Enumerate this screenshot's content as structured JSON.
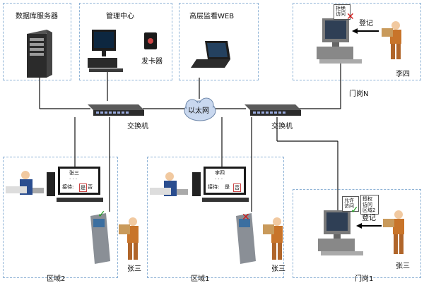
{
  "nodes": {
    "db_server": "数据库服务器",
    "mgmt_center": "管理中心",
    "card_issuer": "发卡器",
    "web_monitor": "高层监看WEB",
    "ethernet": "以太网",
    "switch_left": "交换机",
    "switch_right": "交换机"
  },
  "gate_n": {
    "label": "门岗N",
    "register": "登记",
    "person": "李四",
    "note_line1": "拒绝",
    "note_line2": "访问"
  },
  "gate_1": {
    "label": "门岗1",
    "register": "登记",
    "person": "张三",
    "note_line1": "允许",
    "note_line2": "访问",
    "auth_line1": "授权",
    "auth_line2": "访问",
    "auth_line3": "区域2"
  },
  "area2": {
    "label": "区域2",
    "visitor_label": "张三",
    "screen_name": "张三",
    "screen_dots": "· · ·",
    "screen_receive": "接待:",
    "screen_choice_a": "是",
    "screen_choice_b": "否"
  },
  "area1": {
    "label": "区域1",
    "visitor_label": "张三",
    "screen_name": "李四",
    "screen_dots": "· · ·",
    "screen_receive": "接待:",
    "screen_choice_a": "是",
    "screen_choice_b": "否"
  },
  "colors": {
    "dashed_border": "#8fb3d6",
    "cable": "#111111",
    "cloud_fill": "#c9d8ef",
    "allow_check": "#1a9a1a",
    "deny_cross": "#d01818",
    "box_brown": "#c99a5b",
    "person_shirt": "#c8742a"
  }
}
